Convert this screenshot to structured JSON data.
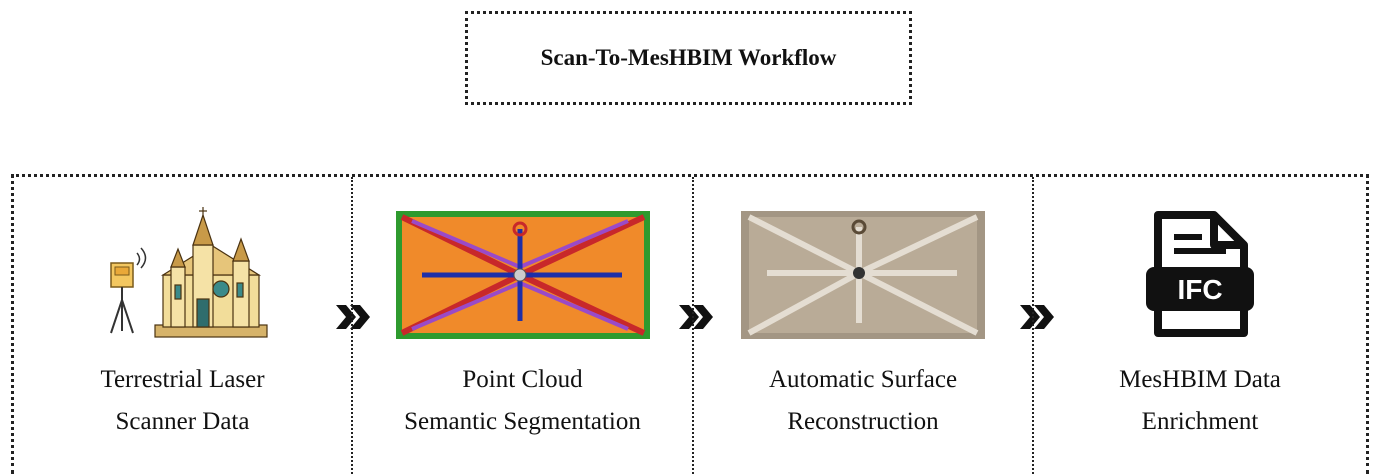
{
  "title": "Scan-To-MesHBIM Workflow",
  "stages": [
    {
      "line1": "Terrestrial Laser",
      "line2": "Scanner Data"
    },
    {
      "line1": "Point Cloud",
      "line2": "Semantic Segmentation"
    },
    {
      "line1": "Automatic Surface",
      "line2": "Reconstruction"
    },
    {
      "line1": "MesHBIM Data",
      "line2": "Enrichment"
    }
  ],
  "icon_text": "IFC",
  "icons": [
    "scanner-church-illustration",
    "segmented-vault-pointcloud",
    "reconstructed-vault-mesh",
    "ifc-file-icon",
    "double-chevron-right-icon"
  ],
  "colors": {
    "segment_fill": "#f08a2a",
    "rib_red": "#c8282a",
    "rib_blue": "#1e2fa8",
    "rib_purple": "#9a4ac8",
    "wall_green": "#2e9a2e",
    "mesh_tone": "#a39684"
  }
}
